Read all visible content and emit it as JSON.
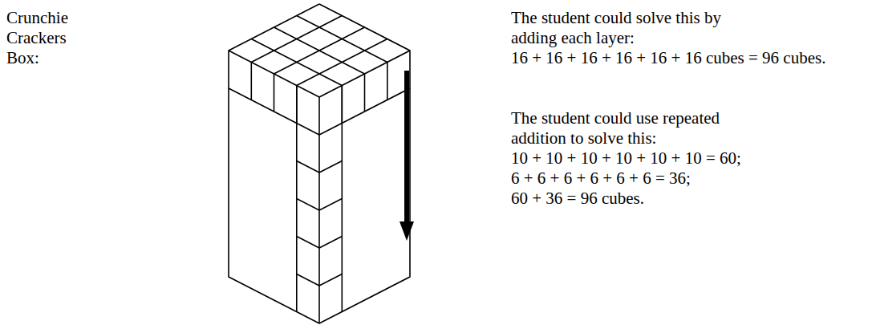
{
  "diagram": {
    "labels": [
      "Crunchie Crackers Box:",
      "The student could solve this by adding each layer:",
      "16 + 16 + 16 + 16 + 16 + 16 cubes = 96 cubes.",
      "The student could use repeated addition to solve this:",
      "10 + 10 + 10 + 10 + 10 + 10 = 60;",
      "6 + 6 + 6 + 6 + 6 + 6 = 36;",
      "60 + 36 = 96 cubes."
    ]
  }
}
